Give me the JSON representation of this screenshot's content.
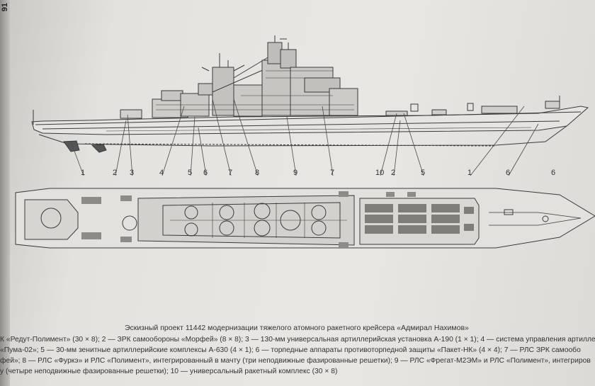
{
  "page_number": "91",
  "callouts": {
    "n1": "1",
    "n2": "2",
    "n3": "3",
    "n4": "4",
    "n5": "5",
    "n6": "6",
    "n7": "7",
    "n8": "8",
    "n9": "9",
    "n10": "10"
  },
  "caption": {
    "title": "Эскизный проект 11442 модернизации тяжелого атомного ракетного крейсера «Адмирал Нахимов»",
    "line1": "К «Редут-Полимент» (30 × 8); 2 — ЗРК самообороны «Морфей» (8 × 8); 3 — 130-мм универсальная артиллерийская установка А-190 (1 × 1); 4 — система управления артиллер",
    "line2": "«Пума-02»; 5 — 30-мм зенитные артиллерийские комплексы А-630 (4 × 1); 6 — торпедные аппараты противоторпедной защиты «Пакет-НК» (4 × 4); 7 — РЛС ЗРК самообо",
    "line3": "фей»; 8 — РЛС «Фуркэ» и РЛС «Полимент», интегрированный в мачту (три неподвижные фазированные решетки); 9 — РЛС «Фрегат-М2ЭМ» и РЛС «Полимент», интегриров",
    "line4": "у (четыре неподвижные фазированные решетки); 10 — универсальный ракетный комплекс (30 × 8)"
  }
}
